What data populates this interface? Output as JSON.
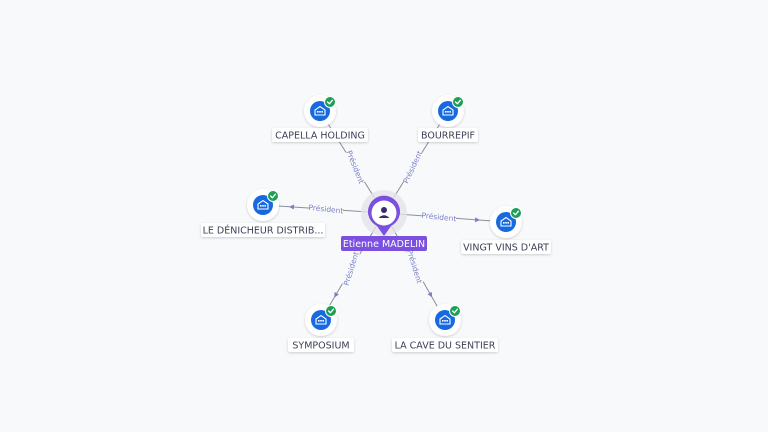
{
  "center": {
    "name": "Etienne MADELIN",
    "icon": "person-icon"
  },
  "relation_label": "Président",
  "companies": [
    {
      "name": "CAPELLA HOLDING",
      "icon": "company-building-icon",
      "status": "verified-check-icon"
    },
    {
      "name": "BOURREPIF",
      "icon": "company-building-icon",
      "status": "verified-check-icon"
    },
    {
      "name": "LE DÉNICHEUR DISTRIB...",
      "icon": "company-building-icon",
      "status": "verified-check-icon"
    },
    {
      "name": "VINGT VINS D'ART",
      "icon": "company-building-icon",
      "status": "verified-check-icon"
    },
    {
      "name": "SYMPOSIUM",
      "icon": "company-building-icon",
      "status": "verified-check-icon"
    },
    {
      "name": "LA CAVE DU SENTIER",
      "icon": "company-building-icon",
      "status": "verified-check-icon"
    }
  ],
  "colors": {
    "person": "#7b4fe0",
    "company": "#1669e0",
    "check": "#1e9e57",
    "edge": "#8a8f99",
    "edge_label": "#7a7fc7"
  }
}
